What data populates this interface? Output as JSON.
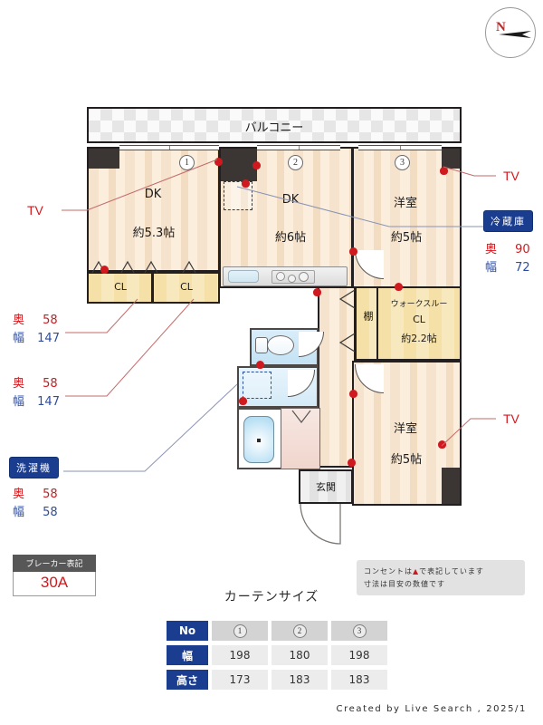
{
  "compass": {
    "north_label": "N",
    "icon": "compass-north-arrow"
  },
  "plan": {
    "balcony_label": "バルコニー",
    "rooms": [
      {
        "id": "dk1",
        "name": "DK",
        "area": "約5.3帖"
      },
      {
        "id": "dk2",
        "name": "DK",
        "area": "約6帖"
      },
      {
        "id": "wr1",
        "name": "洋室",
        "area": "約5帖"
      },
      {
        "id": "wtcl",
        "name": "ウォークスルー",
        "name2": "CL",
        "area": "約2.2帖"
      },
      {
        "id": "wr2",
        "name": "洋室",
        "area": "約5帖"
      }
    ],
    "closets": [
      {
        "id": "cl1",
        "label": "CL"
      },
      {
        "id": "cl2",
        "label": "CL"
      }
    ],
    "shelf_label": "棚",
    "entrance_label": "玄関",
    "window_numbers": [
      "1",
      "2",
      "3"
    ]
  },
  "annotations": {
    "tv_labels": [
      "TV",
      "TV",
      "TV"
    ],
    "fridge": {
      "badge": "冷蔵庫",
      "depth_key": "奥",
      "depth_value": "90",
      "width_key": "幅",
      "width_value": "72"
    },
    "closet_dims": [
      {
        "depth_key": "奥",
        "depth_value": "58",
        "width_key": "幅",
        "width_value": "147"
      },
      {
        "depth_key": "奥",
        "depth_value": "58",
        "width_key": "幅",
        "width_value": "147"
      }
    ],
    "washer": {
      "badge": "洗濯機",
      "depth_key": "奥",
      "depth_value": "58",
      "width_key": "幅",
      "width_value": "58"
    }
  },
  "breaker": {
    "title": "ブレーカー表記",
    "value": "30A"
  },
  "note": {
    "line1_pre": "コンセントは",
    "line1_symbol": "▲",
    "line1_post": "で表記しています",
    "line2": "寸法は目安の数値です"
  },
  "curtain": {
    "title": "カーテンサイズ",
    "row_headers": [
      "No",
      "幅",
      "高さ"
    ],
    "columns": [
      "1",
      "2",
      "3"
    ],
    "width_values": [
      "198",
      "180",
      "198"
    ],
    "height_values": [
      "173",
      "183",
      "183"
    ]
  },
  "footer": {
    "text": "Created by Live Search , 2025/1"
  },
  "colors": {
    "accent_red": "#d0191e",
    "accent_blue": "#1a3d8f",
    "wall": "#231f20",
    "room_fill": "#f6e3cd",
    "closet_fill": "#f5e0a8"
  }
}
